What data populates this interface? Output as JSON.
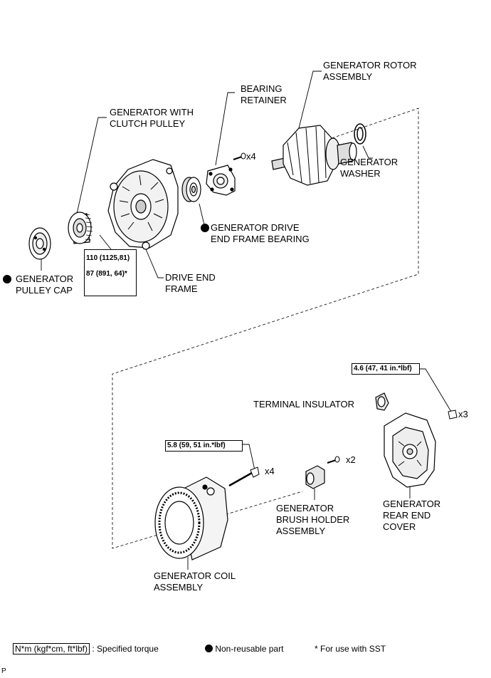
{
  "labels": {
    "rotor": [
      "GENERATOR ROTOR",
      "ASSEMBLY"
    ],
    "bearing_retainer": [
      "BEARING",
      "RETAINER"
    ],
    "gen_clutch_pulley": [
      "GENERATOR WITH",
      "CLUTCH PULLEY"
    ],
    "washer": [
      "GENERATOR",
      "WASHER"
    ],
    "drive_end_bearing": [
      "GENERATOR DRIVE",
      "END FRAME BEARING"
    ],
    "pulley_cap": [
      "GENERATOR",
      "PULLEY CAP"
    ],
    "drive_end_frame": [
      "DRIVE END",
      "FRAME"
    ],
    "terminal_insulator": "TERMINAL INSULATOR",
    "rear_end_cover": [
      "GENERATOR",
      "REAR END",
      "COVER"
    ],
    "brush_holder": [
      "GENERATOR",
      "BRUSH HOLDER",
      "ASSEMBLY"
    ],
    "coil": [
      "GENERATOR COIL",
      "ASSEMBLY"
    ]
  },
  "quantities": {
    "retainer_screws": "x4",
    "brush_screws": "x2",
    "cover_nuts": "x3",
    "through_bolts": "x4"
  },
  "torques": {
    "pulley_line1": "110 (1125,81)",
    "pulley_line2": "87 (891, 64)*",
    "cover_nut": "4.6 (47, 41 in.*lbf)",
    "through_bolt": "5.8 (59, 51 in.*lbf)"
  },
  "legend": {
    "torque_unit": "N*m (kgf*cm, ft*lbf)",
    "torque_text": ": Specified torque",
    "non_reusable": "Non-reusable part",
    "sst": "* For use with SST"
  },
  "corner_mark": "P"
}
